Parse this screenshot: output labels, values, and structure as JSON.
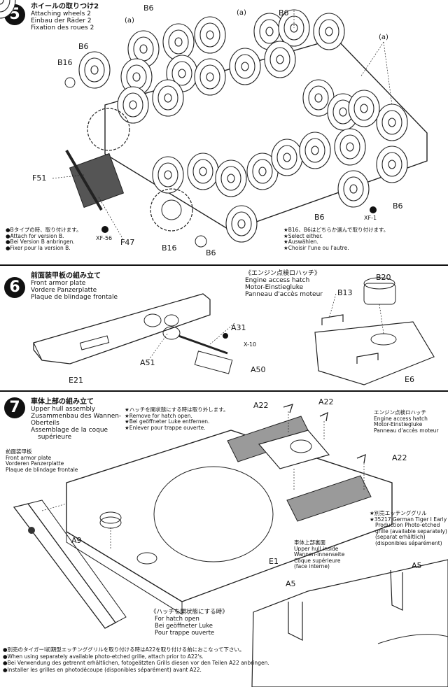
{
  "step5": {
    "number": "5",
    "title_jp": "ホイールの取りつけ2",
    "title_en": "Attaching wheels 2",
    "title_de": "Einbau der Räder 2",
    "title_fr": "Fixation des roues 2",
    "labels": {
      "b6_a": "B6",
      "b6_b": "B6",
      "b6_c": "B6",
      "b6_d": "B6",
      "b6_e": "B6",
      "b6_f": "B6",
      "b16_a": "B16",
      "b16_b": "B16",
      "a_1": "(a)",
      "a_2": "(a)",
      "a_3": "(a)",
      "f51": "F51",
      "f47": "F47",
      "xf56": "XF-56",
      "xf1": "XF-1"
    },
    "note_left": [
      "●Bタイプの時、取り付けます。",
      "●Attach for version B.",
      "●Bei Version B anbringen.",
      "●Fixer pour la version B."
    ],
    "note_right": [
      "★B16、B6はどちらか選んで取り付けます。",
      "★Select either.",
      "★Auswählen.",
      "★Choisir l'une ou l'autre."
    ]
  },
  "step6": {
    "number": "6",
    "title_jp": "前面装甲板の組み立て",
    "title_en": "Front armor plate",
    "title_de": "Vordere Panzerplatte",
    "title_fr": "Plaque de blindage frontale",
    "hatch_title_jp": "《エンジン点検ロハッチ》",
    "hatch_title_en": "Engine access hatch",
    "hatch_title_de": "Motor-Einstiegluke",
    "hatch_title_fr": "Panneau d'accès moteur",
    "labels": {
      "a31": "A31",
      "x10": "X-10",
      "a51": "A51",
      "a50": "A50",
      "e21": "E21",
      "b20": "B20",
      "b13": "B13",
      "e6": "E6"
    }
  },
  "step7": {
    "number": "7",
    "title_jp": "車体上部の組み立て",
    "title_en": "Upper hull assembly",
    "title_de": "Zusammenbau des Wannen-",
    "title_de2": "Oberteils",
    "title_fr": "Assemblage de la coque",
    "title_fr2": "supérieure",
    "hatch_open_note": [
      "★ハッチを開状態にする時は取り外します。",
      "★Remove for hatch open.",
      "★Bei geöffneter Luke entfernen.",
      "★Enlever pour trappe ouverte."
    ],
    "front_plate": [
      "前面装甲板",
      "Front armor plate",
      "Vorderen Panzerplatte",
      "Plaque de blindage frontale"
    ],
    "engine_hatch": [
      "エンジン点検ロハッチ",
      "Engine access hatch",
      "Motor-Einstiegluke",
      "Panneau d'accès moteur"
    ],
    "photo_etched": [
      "★別売エッチンググリル",
      "★35217 German Tiger I Early",
      "Production  Photo-etched",
      "grille (available separately)",
      "(separat erhältlich)",
      "(disponibles séparément)"
    ],
    "upper_hull_inside": [
      "車体上部裏面",
      "Upper hull inside",
      "Wannen-Innenseite",
      "Coque supérieure",
      "(face interne)"
    ],
    "for_hatch_open": [
      "《ハッチを開状態にする時》",
      "For hatch open",
      "Bei geöffneter Luke",
      "Pour trappe ouverte"
    ],
    "bottom_note": [
      "●別売のタイガーⅠ初期型エッチンググリルを取り付ける時はA22を取り付ける前におこなって下さい。",
      "●When using separately available photo-etched grille, attach prior to A22's.",
      "●Bei Verwendung des getrennt erhältlichen, fotogeätzten Grills diesen vor den Teilen A22 anbringen.",
      "●Installer les grilles en photodécoupe (disponibles séparément) avant A22."
    ],
    "labels": {
      "a22_a": "A22",
      "a22_b": "A22",
      "a22_c": "A22",
      "a9": "A9",
      "e1": "E1",
      "a5_a": "A5",
      "a5_b": "A5"
    }
  }
}
